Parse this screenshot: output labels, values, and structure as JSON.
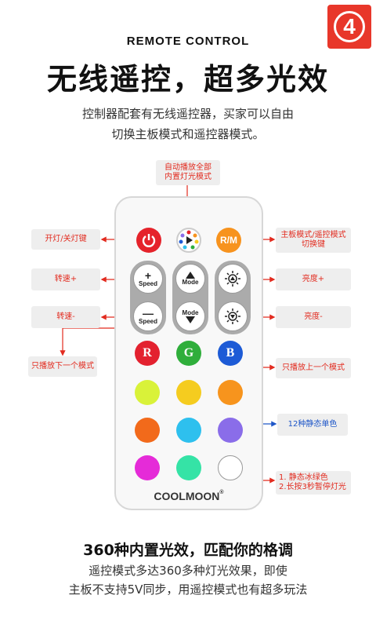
{
  "badge": {
    "number": "4"
  },
  "header": {
    "subtitle_en": "REMOTE CONTROL",
    "title_cn": "无线遥控，超多光效",
    "desc_line1": "控制器配套有无线遥控器，买家可以自由",
    "desc_line2": "切换主板模式和遥控器模式。"
  },
  "remote": {
    "power_icon": "power-icon",
    "play_icon": "play-icon",
    "rm_label": "R/M",
    "speed_up_sym": "+",
    "speed_down_sym": "—",
    "speed_label": "Speed",
    "mode_label": "Mode",
    "brand": "COOLMOON",
    "r_label": "R",
    "g_label": "G",
    "b_label": "B",
    "colors": {
      "power": "#e5232b",
      "rm": "#f7931e",
      "r": "#e3212f",
      "g": "#2fae3b",
      "b": "#1d5bd6",
      "row1": [
        "#d9f239",
        "#f5cc1f",
        "#f7941d"
      ],
      "row2": [
        "#f26a1b",
        "#2ec0ee",
        "#8a6de9"
      ],
      "row3": [
        "#e52bd8",
        "#35e3a6",
        "#ffffff"
      ]
    }
  },
  "callouts": {
    "auto_play": "自动播放全部\n内置灯光模式",
    "power": "开灯/关灯键",
    "mode_switch": "主板模式/遥控模式\n切换键",
    "speed_up": "转速+",
    "speed_down": "转速-",
    "bright_up": "亮度+",
    "bright_down": "亮度-",
    "next_mode": "只播放下一个模式",
    "prev_mode": "只播放上一个模式",
    "static_colors": "12种静态单色",
    "ice_green": "1. 静态冰绿色\n2.长按3秒暂停灯光"
  },
  "footer": {
    "title": "360种内置光效，匹配你的格调",
    "line1": "遥控模式多达360多种灯光效果，即使",
    "line2": "主板不支持5V同步，用遥控模式也有超多玩法"
  }
}
